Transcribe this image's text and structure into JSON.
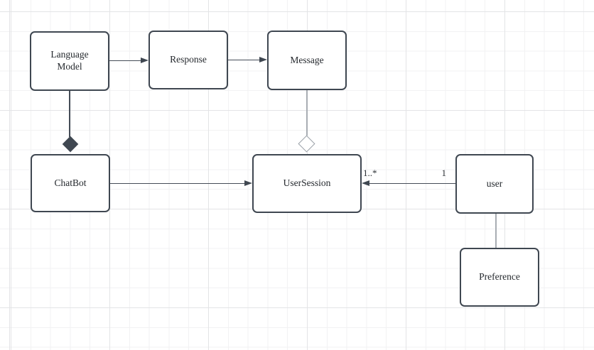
{
  "diagram": {
    "type": "uml-class-diagram",
    "nodes": [
      {
        "label": "Language Model"
      },
      {
        "label": "Response"
      },
      {
        "label": "Message"
      },
      {
        "label": "ChatBot"
      },
      {
        "label": "UserSession"
      },
      {
        "label": "user"
      },
      {
        "label": "Preference"
      }
    ],
    "edges": [
      {
        "from": "Language Model",
        "to": "Response",
        "type": "directed-arrow"
      },
      {
        "from": "Response",
        "to": "Message",
        "type": "directed-arrow"
      },
      {
        "from": "Language Model",
        "to": "ChatBot",
        "type": "composition-filled-diamond"
      },
      {
        "from": "Message",
        "to": "UserSession",
        "type": "aggregation-hollow-diamond"
      },
      {
        "from": "ChatBot",
        "to": "UserSession",
        "type": "directed-arrow"
      },
      {
        "from": "user",
        "to": "UserSession",
        "type": "directed-arrow",
        "source_label": "1",
        "target_label": "1..*"
      },
      {
        "from": "user",
        "to": "Preference",
        "type": "association-line"
      }
    ],
    "colors": {
      "node_fill": "#ffffff",
      "node_border": "#3f4751",
      "dark_edge": "#454c57",
      "light_edge": "#a8adb3",
      "text": "#24282d",
      "grid_minor": "#f2f2f3",
      "grid_major": "#e3e4e6",
      "background": "#ffffff"
    }
  }
}
